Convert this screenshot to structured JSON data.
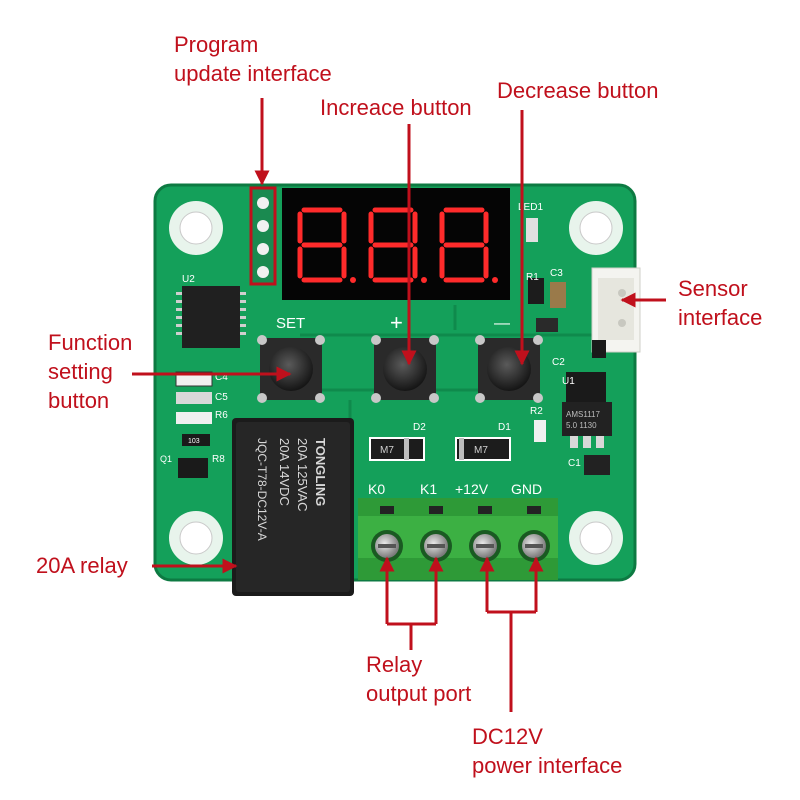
{
  "colors": {
    "annotation": "#c0101c",
    "pcb": "#14a05a",
    "terminal": "#3cb043",
    "relay": "#1b1b1b",
    "display_segment": "#ff2b2b"
  },
  "annotations": {
    "program": {
      "line1": "Program",
      "line2": "update interface"
    },
    "increase": "Increace button",
    "decrease": "Decrease button",
    "sensor": {
      "line1": "Sensor",
      "line2": "interface"
    },
    "function": {
      "line1": "Function",
      "line2": "setting",
      "line3": "button"
    },
    "relay": "20A relay",
    "relay_output": {
      "line1": "Relay",
      "line2": "output port"
    },
    "power": {
      "line1": "DC12V",
      "line2": "power interface"
    }
  },
  "board": {
    "display_digits": "888",
    "silk": {
      "set": "SET",
      "plus": "+",
      "minus": "—",
      "u2": "U2",
      "u1": "U1",
      "led1": "LED1",
      "r1": "R1",
      "c3": "C3",
      "c2": "C2",
      "c4": "C4",
      "c5": "C5",
      "r6": "R6",
      "r8": "R8",
      "r2": "R2",
      "c1": "C1",
      "q1": "Q1",
      "d1": "D1",
      "d2": "D2",
      "k0": "K0",
      "k1": "K1",
      "v12": "+12V",
      "gnd": "GND",
      "diode": "M7",
      "chip_code": "103"
    },
    "relay_print": {
      "brand": "TONGLING",
      "line1": "20A  125VAC",
      "line2": "20A  14VDC",
      "model": "JQC-T78-DC12V-A"
    },
    "regulator_print": {
      "line1": "AMS1117",
      "line2": "5.0 1130"
    }
  }
}
